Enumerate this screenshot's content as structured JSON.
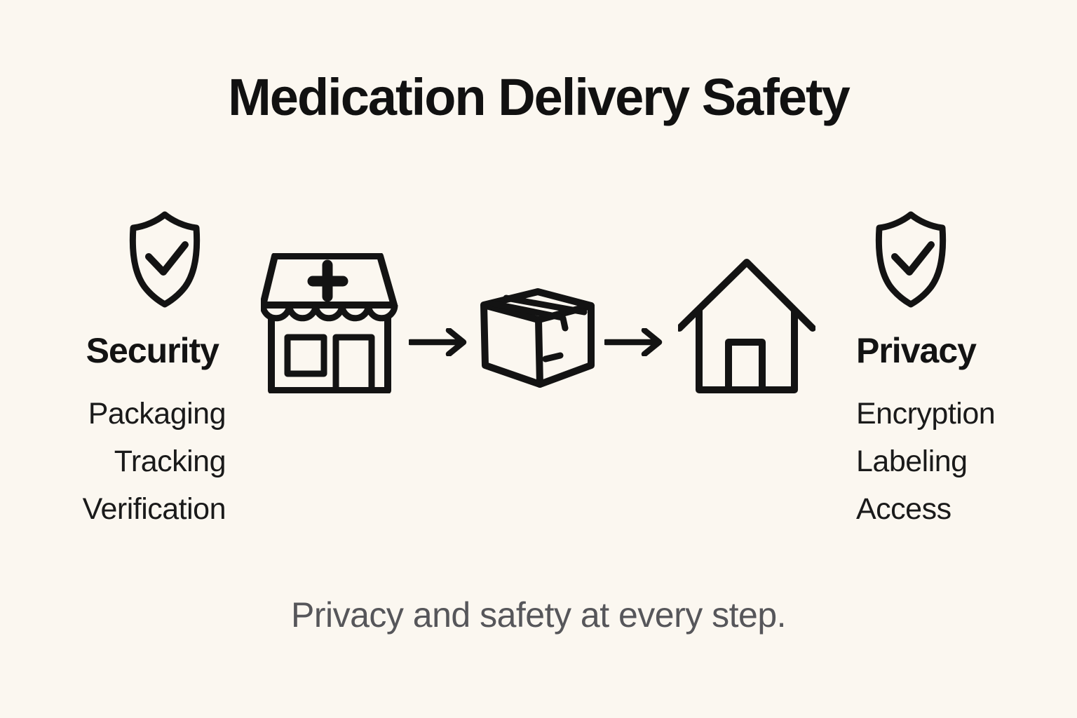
{
  "title": "Medication Delivery Safety",
  "caption": "Privacy and safety at every step.",
  "security": {
    "icon": "shield-check",
    "heading": "Security",
    "items": [
      "Packaging",
      "Tracking",
      "Verification"
    ]
  },
  "privacy": {
    "icon": "shield-check",
    "heading": "Privacy",
    "items": [
      "Encryption",
      "Labeling",
      "Access"
    ]
  },
  "flow": {
    "steps": [
      {
        "icon": "pharmacy-store"
      },
      {
        "icon": "arrow-right"
      },
      {
        "icon": "package-box"
      },
      {
        "icon": "arrow-right"
      },
      {
        "icon": "home"
      }
    ]
  },
  "colors": {
    "background": "#FBF7F0",
    "ink": "#131313",
    "caption_gray": "#56565A"
  }
}
